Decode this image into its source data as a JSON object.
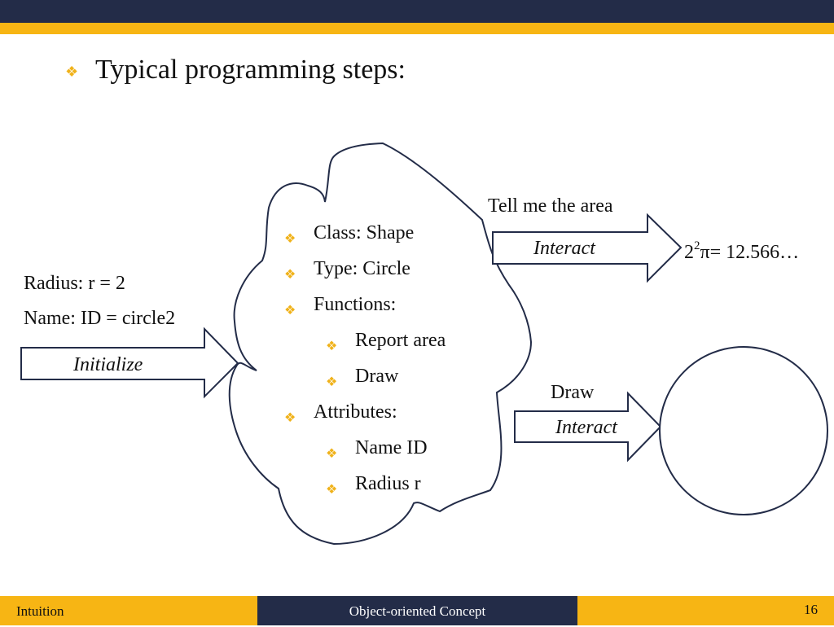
{
  "slide": {
    "title": "Typical programming steps:",
    "page_number": "16"
  },
  "colors": {
    "navy": "#232c48",
    "gold": "#f7b514",
    "bullet": "#f0b21a"
  },
  "left_input": {
    "radius_text": "Radius: r = 2",
    "name_text": "Name: ID = circle2",
    "arrow_label": "Initialize"
  },
  "object_cloud": {
    "items": [
      {
        "text": "Class: Shape",
        "level": 1
      },
      {
        "text": "Type: Circle",
        "level": 1
      },
      {
        "text": "Functions:",
        "level": 1
      },
      {
        "text": "Report area",
        "level": 2
      },
      {
        "text": "Draw",
        "level": 2
      },
      {
        "text": "Attributes:",
        "level": 1
      },
      {
        "text": "Name ID",
        "level": 2
      },
      {
        "text": "Radius r",
        "level": 2
      }
    ]
  },
  "area_request": {
    "caption": "Tell me the area",
    "arrow_label": "Interact",
    "result_base": "2",
    "result_exp": "2",
    "result_rest": "π= 12.566…"
  },
  "draw_request": {
    "caption": "Draw",
    "arrow_label": "Interact"
  },
  "footer": {
    "left": "Intuition",
    "center": "Object-oriented Concept",
    "right": "16"
  },
  "bullet_glyph": "❖"
}
